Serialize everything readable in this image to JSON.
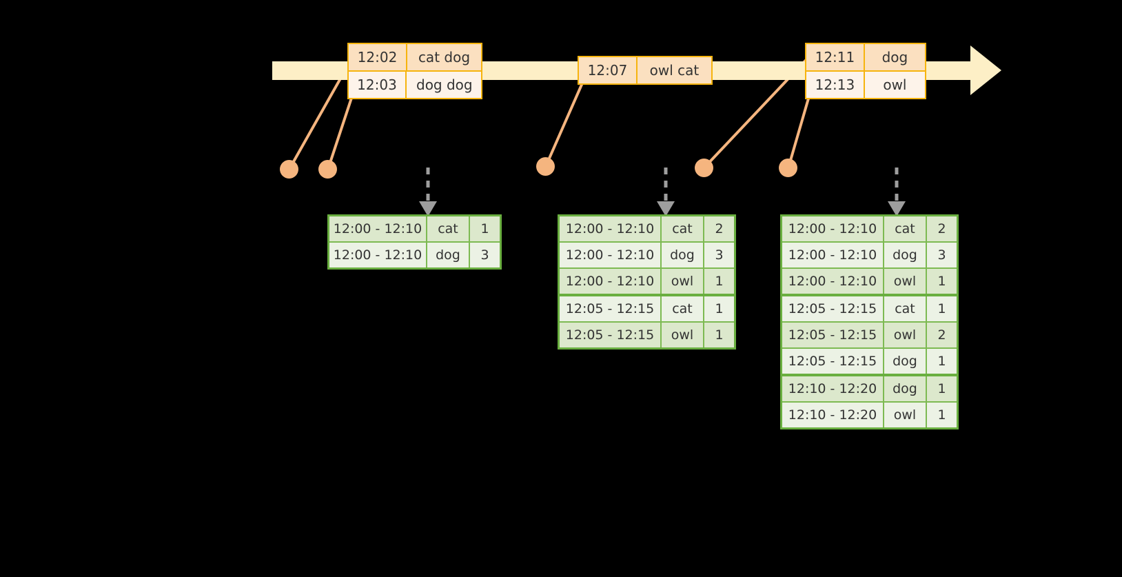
{
  "diagram": {
    "title": "sliding-window-word-count-timeline",
    "colors": {
      "background": "#000000",
      "timeline_fill": "#FDEFC6",
      "event_border": "#F6B40E",
      "event_shade": "#FBE0C0",
      "event_light": "#FDF3EA",
      "dot": "#F5B57F",
      "connector": "#F5B57F",
      "table_border": "#6AAF40",
      "table_cell_border": "#7DBA52",
      "table_shade": "#DCE8CC",
      "table_light": "#ECF2E5",
      "arrow_gray": "#9E9E9E",
      "text": "#333333"
    }
  },
  "timeline": {
    "name": "event-timeline",
    "groups": [
      {
        "name": "event-group-1",
        "rows": [
          {
            "time": "12:02",
            "text": "cat dog"
          },
          {
            "time": "12:03",
            "text": "dog dog"
          }
        ]
      },
      {
        "name": "event-group-2",
        "rows": [
          {
            "time": "12:07",
            "text": "owl cat"
          }
        ]
      },
      {
        "name": "event-group-3",
        "rows": [
          {
            "time": "12:11",
            "text": "dog"
          },
          {
            "time": "12:13",
            "text": "owl"
          }
        ]
      }
    ]
  },
  "dots": [
    {
      "name": "event-dot-1"
    },
    {
      "name": "event-dot-2"
    },
    {
      "name": "event-dot-3"
    },
    {
      "name": "event-dot-4"
    },
    {
      "name": "event-dot-5"
    }
  ],
  "results": [
    {
      "name": "result-table-1",
      "rows": [
        {
          "range": "12:00 - 12:10",
          "word": "cat",
          "count": "1",
          "group_end": false
        },
        {
          "range": "12:00 - 12:10",
          "word": "dog",
          "count": "3",
          "group_end": false
        }
      ]
    },
    {
      "name": "result-table-2",
      "rows": [
        {
          "range": "12:00 - 12:10",
          "word": "cat",
          "count": "2",
          "group_end": false
        },
        {
          "range": "12:00 - 12:10",
          "word": "dog",
          "count": "3",
          "group_end": false
        },
        {
          "range": "12:00 - 12:10",
          "word": "owl",
          "count": "1",
          "group_end": true
        },
        {
          "range": "12:05 - 12:15",
          "word": "cat",
          "count": "1",
          "group_end": false
        },
        {
          "range": "12:05 - 12:15",
          "word": "owl",
          "count": "1",
          "group_end": false
        }
      ]
    },
    {
      "name": "result-table-3",
      "rows": [
        {
          "range": "12:00 - 12:10",
          "word": "cat",
          "count": "2",
          "group_end": false
        },
        {
          "range": "12:00 - 12:10",
          "word": "dog",
          "count": "3",
          "group_end": false
        },
        {
          "range": "12:00 - 12:10",
          "word": "owl",
          "count": "1",
          "group_end": true
        },
        {
          "range": "12:05 - 12:15",
          "word": "cat",
          "count": "1",
          "group_end": false
        },
        {
          "range": "12:05 - 12:15",
          "word": "owl",
          "count": "2",
          "group_end": false
        },
        {
          "range": "12:05 - 12:15",
          "word": "dog",
          "count": "1",
          "group_end": true
        },
        {
          "range": "12:10 - 12:20",
          "word": "dog",
          "count": "1",
          "group_end": false
        },
        {
          "range": "12:10 - 12:20",
          "word": "owl",
          "count": "1",
          "group_end": false
        }
      ]
    }
  ]
}
